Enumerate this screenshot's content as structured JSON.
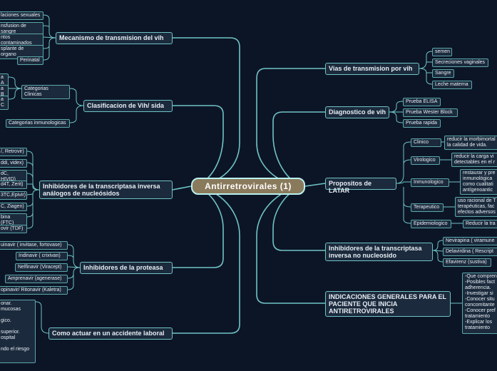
{
  "central": "Antirretrovirales (1)",
  "right": {
    "vias": {
      "title": "Vias de transmision por vih",
      "items": [
        "semen",
        "Secreciones vaginales",
        "Sangre",
        "Leche materna"
      ]
    },
    "diagnostico": {
      "title": "Diagnostico de vih",
      "items": [
        "Prueba ELISA",
        "Prueba Wester Block",
        "Prueba rapida"
      ]
    },
    "propositos": {
      "title": "Propositos de LATAR",
      "items": [
        {
          "label": "Clinico",
          "detail": [
            "reducir la morbimortal",
            "la calidad de vida."
          ]
        },
        {
          "label": "Virologico",
          "detail": [
            "reducir la carga vi",
            "detectables en el r"
          ]
        },
        {
          "label": "Inmunologico",
          "detail": [
            "restaurar y pre",
            "inmunológica",
            "como cualitati",
            "antígenoantic"
          ]
        },
        {
          "label": "Terapeutico",
          "detail": [
            "uso racional de T",
            "terapéuticas, fac",
            "efectos adversos"
          ]
        },
        {
          "label": "Epidemiologico",
          "detail": [
            "Reducir la tra"
          ]
        }
      ]
    },
    "nonucleosido": {
      "title": "Inhibidores de la transcriptasa inversa no nucleosido",
      "items": [
        "Nevirapina ( viramune",
        "Delavirdina ( Rescript",
        "Efavirenz (sustiva)"
      ]
    },
    "indicaciones": {
      "title": "INDICACIONES GENERALES PARA EL PACIENTE QUE INICIA ANTIRETROVIRALES",
      "lines": [
        "-Que compren",
        "-Posibles fact",
        "adherencia.",
        "-Investigar si",
        "-Conocer situ",
        "concomitante",
        "-Conocer pref",
        "tratamiento",
        "-Explicar los",
        "tratamiento"
      ]
    }
  },
  "left": {
    "mecanismo": {
      "title": "Mecanismo de transmision del vih",
      "items": [
        "laciones sexuales",
        "nsfusion de sangre",
        "ntos contaminados",
        "splante de organo",
        "Perinatal"
      ]
    },
    "clasificacion": {
      "title": "Clasificacion de Vih/ sida",
      "clinicas": "Categorias Clinicas",
      "clinicas_items": [
        "a A",
        "a B",
        "a C"
      ],
      "inmunologicas": "Categorias inmunologicas"
    },
    "analogos": {
      "title": "Inhibidores de la transcriptasa inversa análogos de nucleósidos",
      "items": [
        "/, Retrovir)",
        "ddi, videx)",
        "dC, HIVID)",
        "d4T, Zerit)",
        "3TC,Epivir)",
        "C, Ziagen)",
        "bina (FTC)",
        "ovir (TDF)"
      ]
    },
    "proteasa": {
      "title": "Inhibidores de la proteasa",
      "items": [
        "uinavir ( invitase, fortovase)",
        "Indinavir ( crixivan)",
        "Nelfinavir (Viracept)",
        "Amprenavir (agenerase)",
        "opinavir/ Ritonavir (Kaletra)"
      ]
    },
    "accidente": {
      "title": "Como actuar en un accidente laboral",
      "lines": [
        "onar.",
        "mucosas",
        "",
        "gico.",
        "",
        "superior.",
        "ospital",
        "",
        "ndo el riesgo"
      ]
    }
  }
}
